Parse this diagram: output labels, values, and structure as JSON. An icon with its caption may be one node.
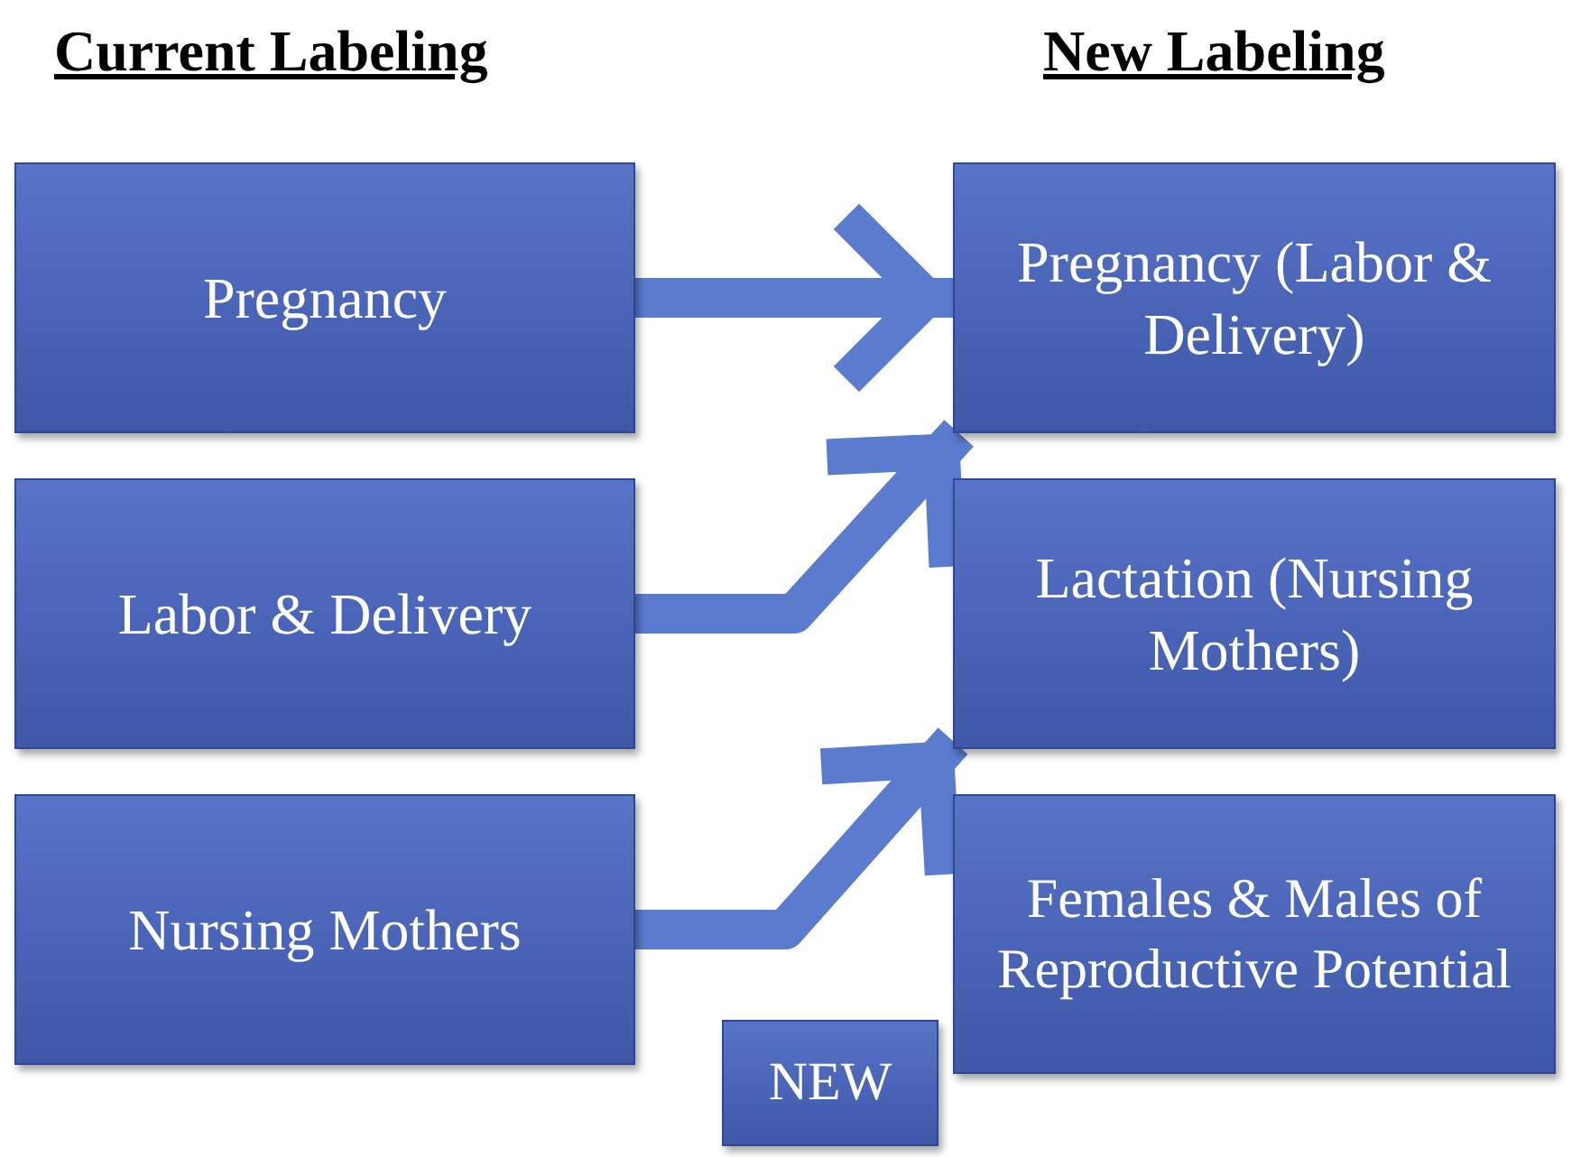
{
  "diagram": {
    "nodes": [
      {
        "text": [
          "Pregnancy"
        ]
      },
      {
        "text": [
          "Labor & Delivery"
        ]
      },
      {
        "text": [
          "Nursing Mothers"
        ]
      },
      {
        "text": [
          "Pregnancy (Labor & Delivery)"
        ]
      },
      {
        "text": [
          "Lactation (Nursing Mothers)"
        ]
      },
      {
        "text": [
          "Females & Males of Reproductive Potential"
        ]
      },
      {
        "text": [
          "NEW"
        ]
      }
    ],
    "edges": [
      {
        "from": 0,
        "to": 3,
        "arrow": "to"
      },
      {
        "from": 1,
        "to": 3,
        "arrow": "to"
      },
      {
        "from": 2,
        "to": 4,
        "arrow": "to"
      }
    ],
    "labels": [
      "Current Labeling",
      "New Labeling"
    ]
  }
}
